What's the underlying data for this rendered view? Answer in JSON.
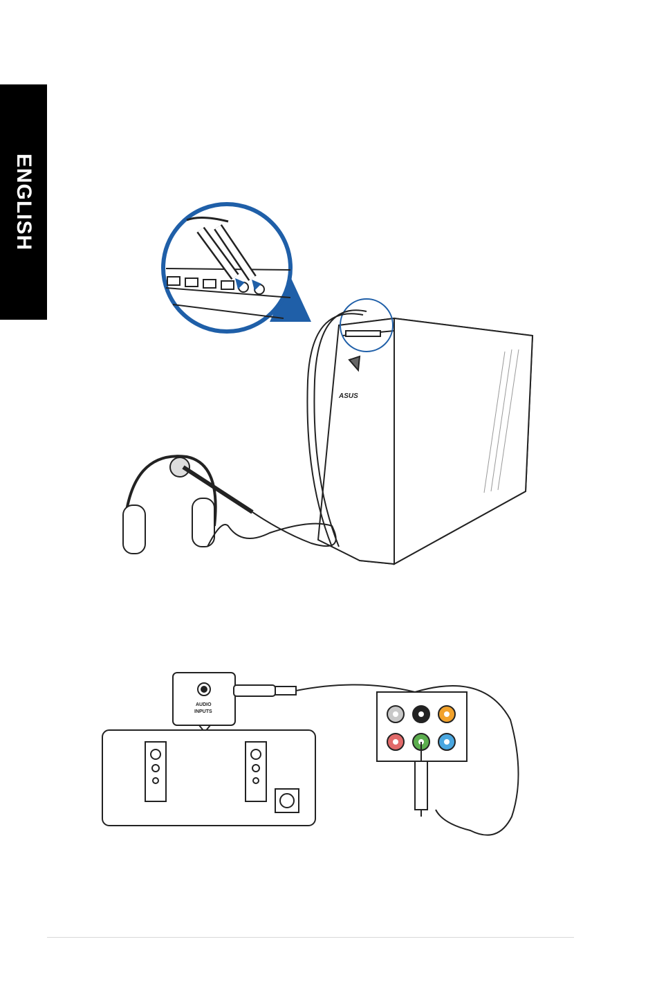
{
  "sidebar": {
    "language_label": "ENGLISH"
  },
  "figure_headset": {
    "brand_logo": "ASUS",
    "icons": [
      "headphone-jack-icon",
      "microphone-jack-icon",
      "usb-port-icon"
    ]
  },
  "figure_speakers": {
    "audio_inputs_line1": "AUDIO",
    "audio_inputs_line2": "INPUTS",
    "jack_colors": {
      "gray": "#c8c8c8",
      "black": "#222222",
      "orange": "#f2a22b",
      "pink": "#e26a6a",
      "green": "#5cae4e",
      "blue": "#4aa7e0"
    }
  },
  "colors": {
    "accent": "#1f5fa8",
    "tab_bg": "#000000"
  }
}
